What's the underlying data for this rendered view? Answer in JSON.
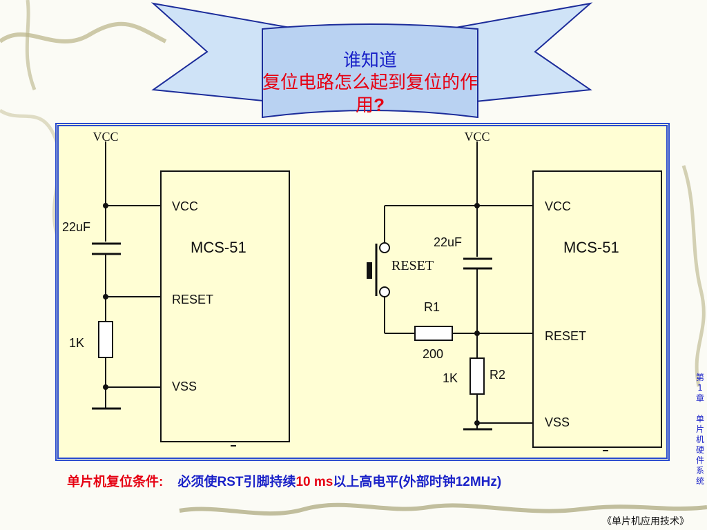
{
  "banner": {
    "line1": "谁知道",
    "line2": "复位电路怎么起到复位的作用",
    "line2_mark": "?"
  },
  "left_circuit": {
    "supply_label": "VCC",
    "chip_name": "MCS-51",
    "pin_vcc": "VCC",
    "pin_reset": "RESET",
    "pin_vss": "VSS",
    "capacitor": "22uF",
    "resistor": "1K"
  },
  "right_circuit": {
    "supply_label": "VCC",
    "chip_name": "MCS-51",
    "pin_vcc": "VCC",
    "pin_reset": "RESET",
    "pin_vss": "VSS",
    "capacitor": "22uF",
    "button": "RESET",
    "r1_name": "R1",
    "r1_value": "200",
    "r2_name": "R2",
    "r2_value": "1K"
  },
  "caption": {
    "lead": "单片机复位条件:",
    "p1": "必须使",
    "b1": "RST",
    "p2": "引脚持续",
    "b2": "10 ms",
    "p3": "以上高电平",
    "b3": "(",
    "p4": "外部时钟",
    "b4": "12MHz)"
  },
  "side_label": [
    "第",
    "1",
    "章",
    "",
    "单",
    "片",
    "机",
    "硬",
    "件",
    "系",
    "统"
  ],
  "footer": "《单片机应用技术》",
  "colors": {
    "title_blue": "#1a22c8",
    "title_red": "#e60012",
    "banner_fill": "#cfe3f7",
    "frame_border": "#2a4ccf",
    "diagram_bg": "#fffed4"
  }
}
